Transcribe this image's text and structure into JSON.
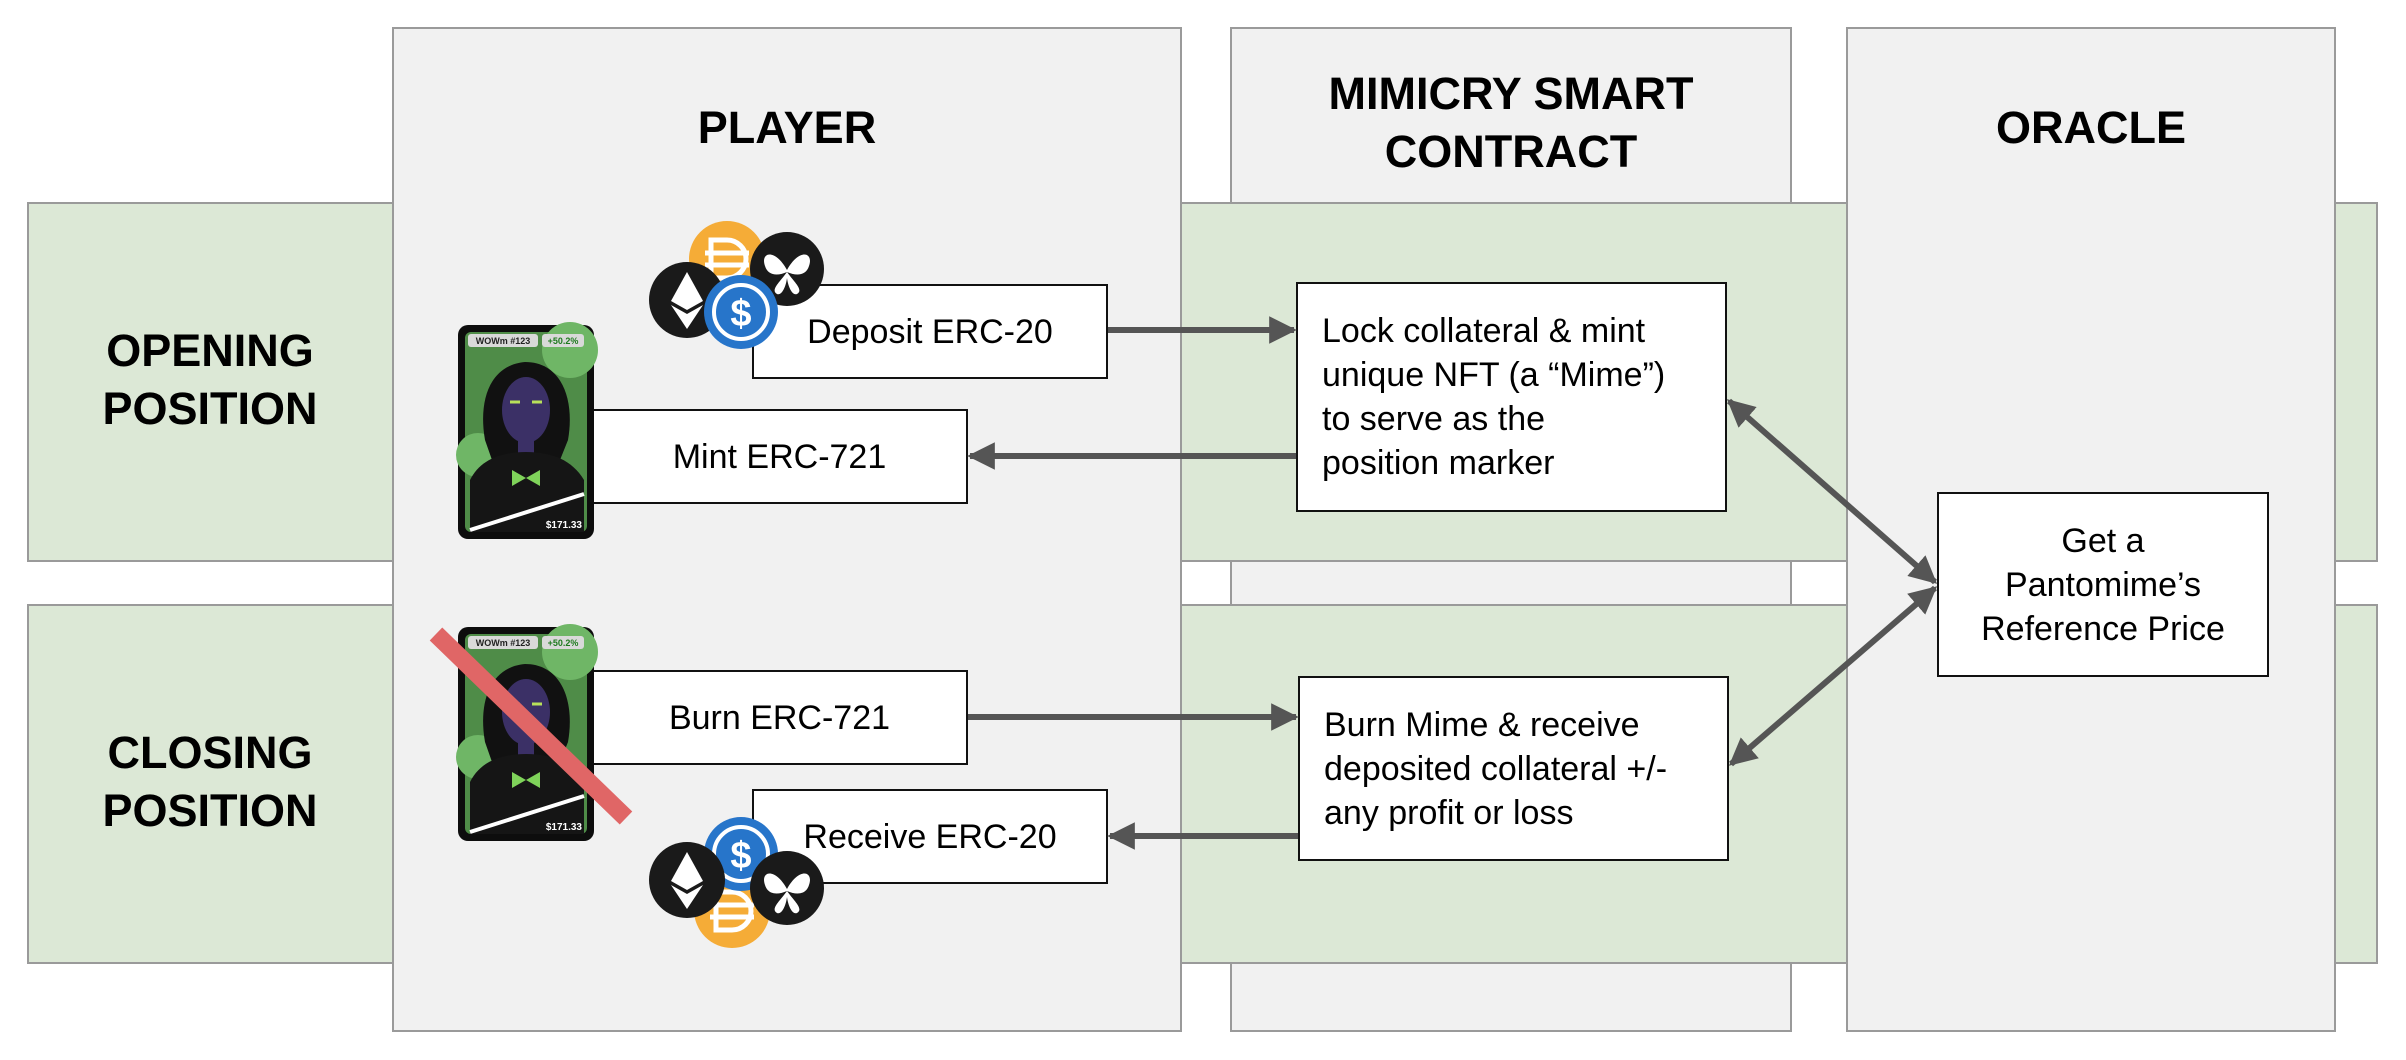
{
  "columns": {
    "player": "PLAYER",
    "contract_line1": "MIMICRY SMART",
    "contract_line2": "CONTRACT",
    "oracle": "ORACLE"
  },
  "rows": {
    "opening_line1": "OPENING",
    "opening_line2": "POSITION",
    "closing_line1": "CLOSING",
    "closing_line2": "POSITION"
  },
  "boxes": {
    "deposit": "Deposit ERC-20",
    "mint": "Mint ERC-721",
    "burn": "Burn ERC-721",
    "receive": "Receive ERC-20",
    "lock_lines": [
      "Lock collateral & mint",
      "unique NFT (a “Mime”)",
      "to serve as the",
      "position marker"
    ],
    "burn_mime_lines": [
      "Burn Mime & receive",
      "deposited collateral +/-",
      "any profit or loss"
    ],
    "oracle_lines": [
      "Get a",
      "Pantomime’s",
      "Reference Price"
    ]
  },
  "nft_card": {
    "title": "WOWm #123",
    "change": "+50.2%",
    "price": "$171.33"
  },
  "icons": {
    "tokens": [
      "dai-icon",
      "ethereum-icon",
      "usdc-icon",
      "butterfly-icon"
    ],
    "colors": {
      "dai": "#f5ac37",
      "ethereum": "#1a1a1a",
      "usdc": "#2775ca",
      "butterfly": "#1a1a1a",
      "strike": "#e06666"
    }
  }
}
